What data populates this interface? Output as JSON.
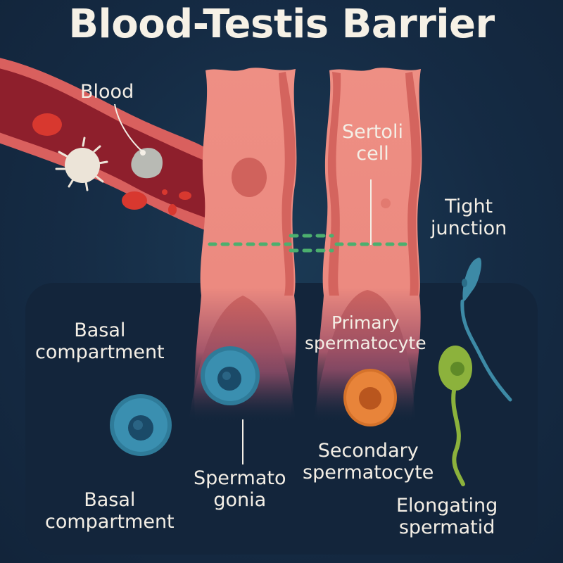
{
  "title": "Blood-Testis Barrier",
  "labels": {
    "blood": "Blood",
    "sertoli_1": "Sertoli",
    "sertoli_2": "cell",
    "tight_1": "Tight",
    "tight_2": "junction",
    "basal_top_1": "Basal",
    "basal_top_2": "compartment",
    "primary_1": "Primary",
    "primary_2": "spermatocyte",
    "spermatogonia_1": "Spermato",
    "spermatogonia_2": "gonia",
    "secondary_1": "Secondary",
    "secondary_2": "spermatocyte",
    "basal_bottom_1": "Basal",
    "basal_bottom_2": "compartment",
    "elongating_1": "Elongating",
    "elongating_2": "spermatid"
  },
  "colors": {
    "background": "#152b44",
    "panel": "#13263c",
    "vessel_wall": "#d9605e",
    "vessel_lumen": "#8e1f2c",
    "sertoli": "#ee8f84",
    "sertoli_edge": "#d4645e",
    "tight_junction": "#4caf6e",
    "spermatogonia": "#3a8fb0",
    "primary": "#e8843a",
    "spermatid": "#8cb23c",
    "sperm": "#3d8aa6"
  }
}
